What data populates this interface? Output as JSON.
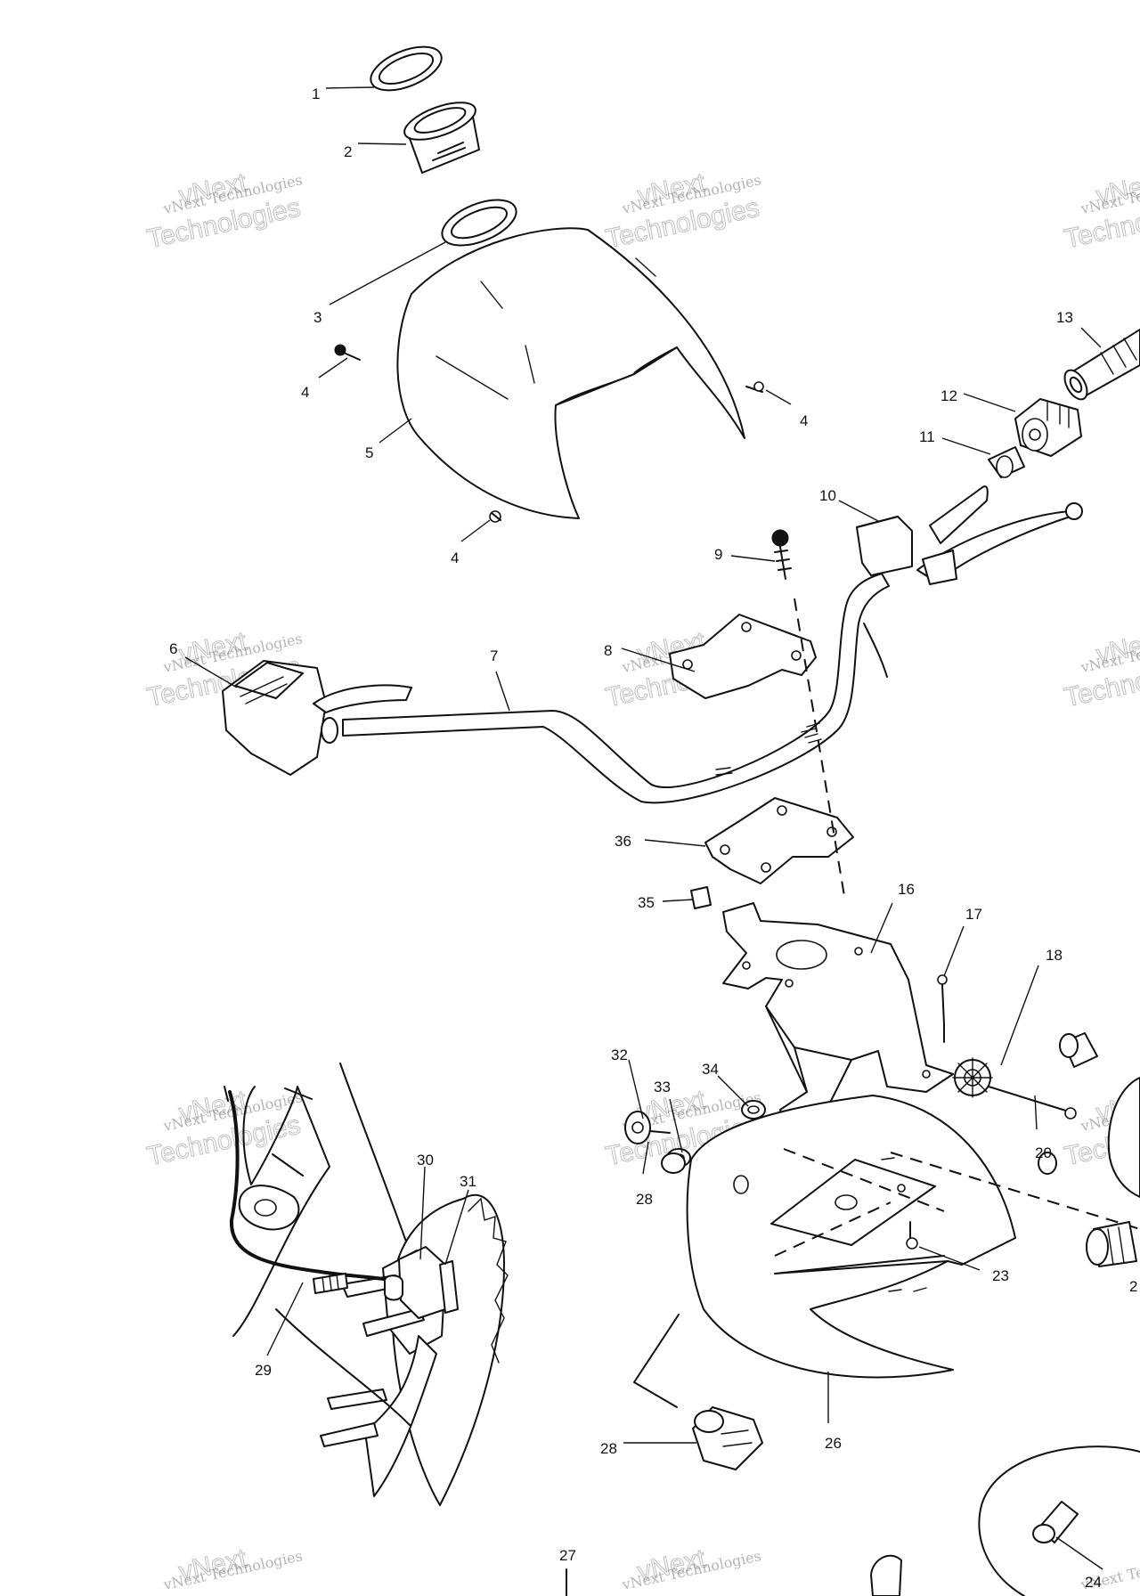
{
  "callouts": {
    "c1": "1",
    "c2": "2",
    "c3": "3",
    "c4a": "4",
    "c4b": "4",
    "c4c": "4",
    "c5": "5",
    "c6": "6",
    "c7": "7",
    "c8": "8",
    "c9": "9",
    "c10": "10",
    "c11": "11",
    "c12": "12",
    "c13": "13",
    "c16": "16",
    "c17": "17",
    "c18": "18",
    "c20": "20",
    "c23": "23",
    "c24": "24",
    "c26": "26",
    "c27": "27",
    "c28a": "28",
    "c28b": "28",
    "c29": "29",
    "c30": "30",
    "c31": "31",
    "c32": "32",
    "c33": "33",
    "c34": "34",
    "c35": "35",
    "c36": "36",
    "c2x": "2"
  },
  "watermark": {
    "brand": "vNext Technologies",
    "vnext": "vNext",
    "technologies": "Technologies"
  },
  "colors": {
    "ink": "#111111",
    "paper": "#ffffff",
    "watermark": "#888888"
  }
}
